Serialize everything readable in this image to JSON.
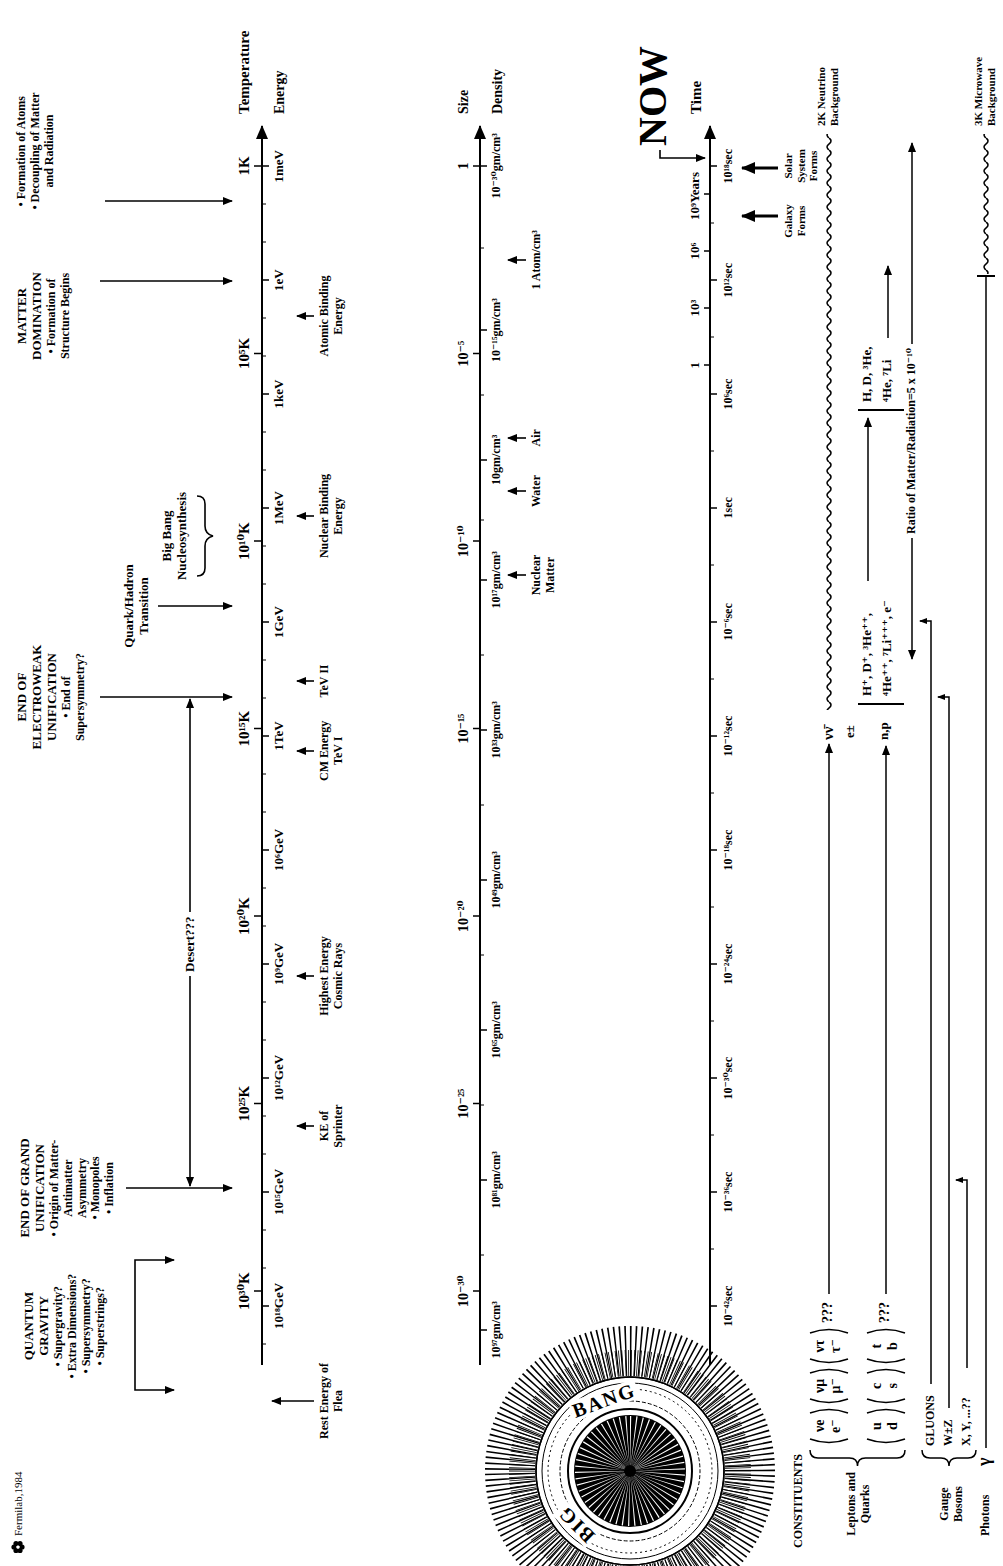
{
  "diagram": {
    "nodes": [
      {
        "text": [
          "BIG",
          "BANG"
        ]
      }
    ],
    "labels": [
      "Fermilab,1984",
      "QUANTUM GRAVITY",
      "• Supergravity?",
      "• Extra Dimensions?",
      "• Supersymmetry?",
      "• Superstrings?",
      "END OF GRAND UNIFICATION",
      "• Origin of Matter-Antimatter Asymmetry",
      "• Monopoles",
      "• Inflation",
      "END OF ELECTROWEAK UNIFICATION",
      "• End of Supersymmetry?",
      "Quark/Hadron Transition",
      "Big Bang Nucleosynthesis",
      "MATTER DOMINATION",
      "• Formation of Structure Begins",
      "• Formation of Atoms",
      "• Decoupling of Matter and Radiation",
      "Desert???",
      "10³⁰K",
      "10²⁵K",
      "10²⁰K",
      "10¹⁵K",
      "10¹⁰K",
      "10⁵K",
      "1K",
      "Temperature",
      "10¹⁸GeV",
      "10¹⁵GeV",
      "10¹²GeV",
      "10⁹GeV",
      "10⁶GeV",
      "1TeV",
      "1GeV",
      "1MeV",
      "1keV",
      "1eV",
      "1meV",
      "Energy",
      "Rest Energy of Flea",
      "KE of Sprinter",
      "Highest Energy Cosmic Rays",
      "CM Energy",
      "TeV I",
      "TeV II",
      "Nuclear Binding Energy",
      "Atomic Binding Energy",
      "10⁻³⁰",
      "10⁻²⁵",
      "10⁻²⁰",
      "10⁻¹⁵",
      "10⁻¹⁰",
      "10⁻⁵",
      "1",
      "Size",
      "10⁹⁷gm/cm³",
      "10⁸¹gm/cm³",
      "10⁶⁵gm/cm³",
      "10⁴⁹gm/cm³",
      "10³³gm/cm³",
      "10¹⁷gm/cm³",
      "10gm/cm³",
      "10⁻¹⁵gm/cm³",
      "10⁻³⁰gm/cm³",
      "Density",
      "Nuclear Matter",
      "Water",
      "Air",
      "1 Atom/cm³",
      "10⁻⁴²sec",
      "10⁻³⁶sec",
      "10⁻³⁰sec",
      "10⁻²⁴sec",
      "10⁻¹⁸sec",
      "10⁻¹²sec",
      "10⁻⁶sec",
      "1sec",
      "10⁶sec",
      "10¹²sec",
      "10¹⁸sec",
      "1",
      "10³",
      "10⁶",
      "10⁹Years",
      "Time",
      "NOW",
      "Galaxy Forms",
      "Solar System Forms",
      "CONSTITUENTS",
      "Leptons and Quarks",
      "νe",
      "e⁻",
      "νμ",
      "μ⁻",
      "ντ",
      "τ⁻",
      "???",
      "u",
      "d",
      "c",
      "s",
      "t",
      "b",
      "???",
      "νν̄",
      "e±",
      "n,p",
      "2K Neutrino Background",
      "H⁺, D⁺, ³He⁺⁺,",
      "⁴He⁺⁺, ⁷Li⁺⁺⁺, e⁻",
      "H, D, ³He,",
      "⁴He, ⁷Li",
      "Ratio of Matter/Radiation=5 x 10⁻¹⁰",
      "Gauge Bosons",
      "GLUONS",
      "W±Z",
      "X, Y, ...??",
      "Photons",
      "γ",
      "3K Microwave Background"
    ]
  }
}
